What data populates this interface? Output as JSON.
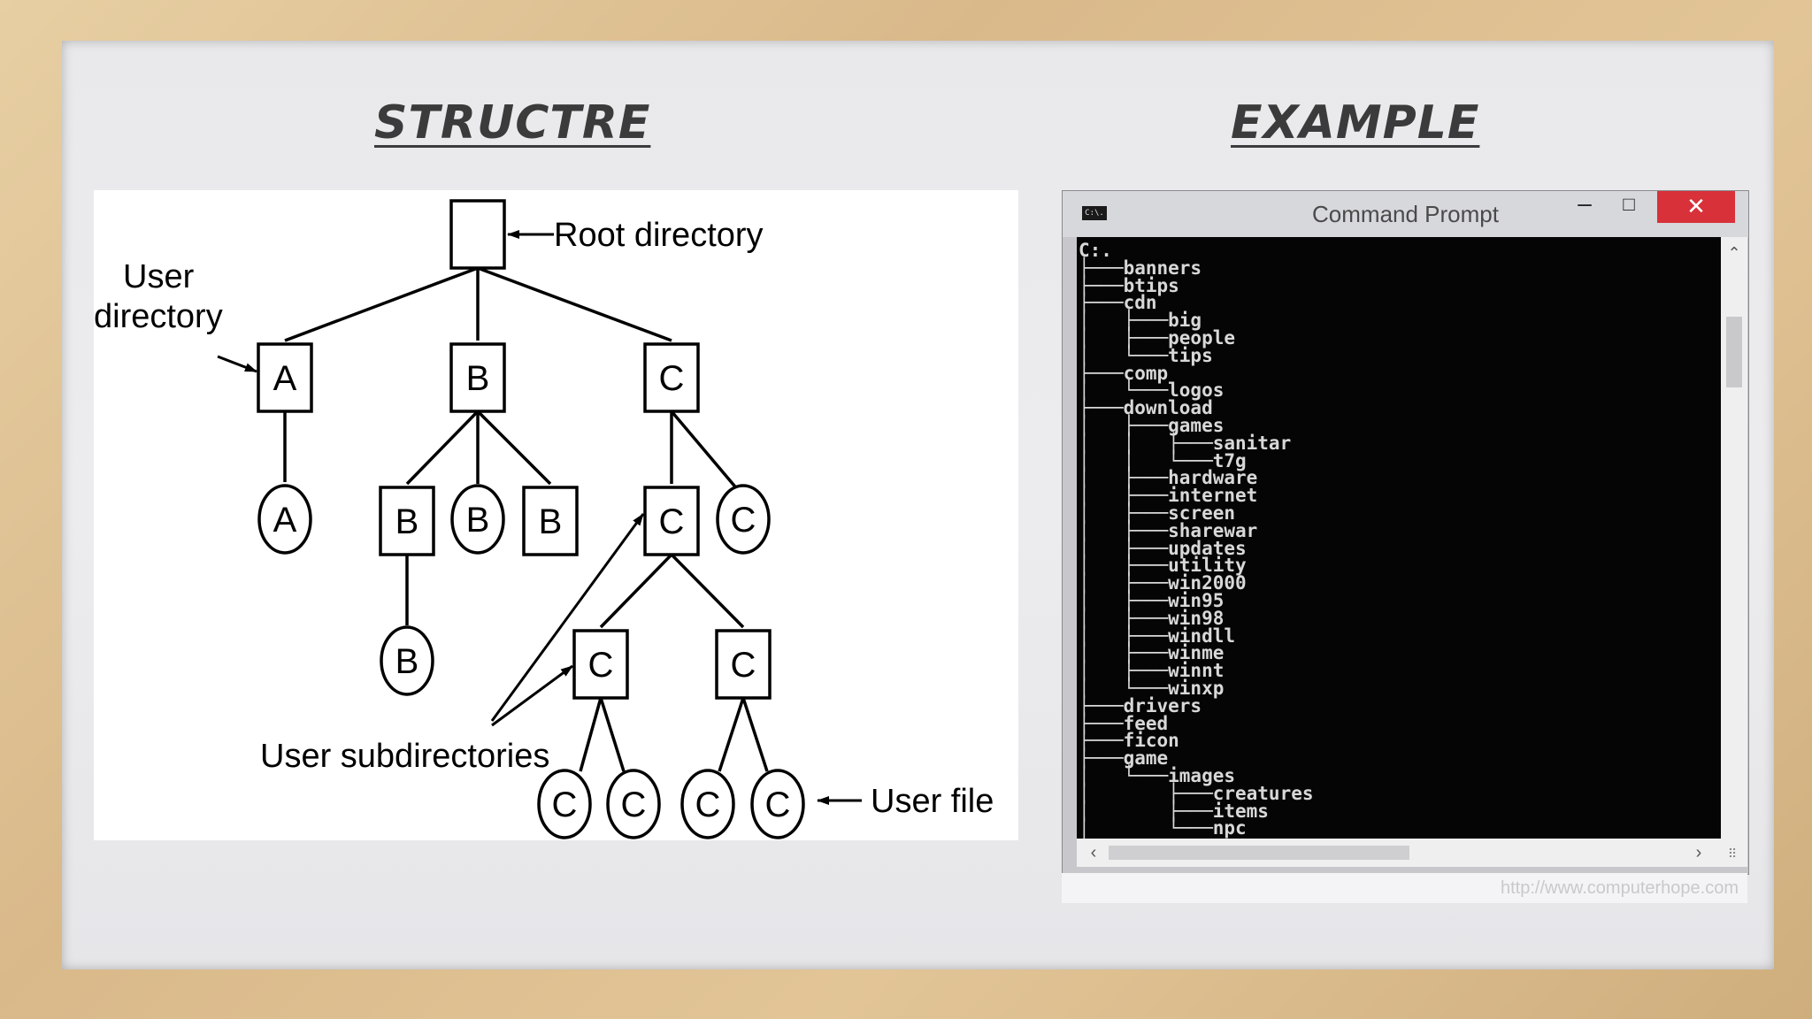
{
  "headings": {
    "left": "STRUCTRE",
    "right": "EXAMPLE"
  },
  "diagram": {
    "labels": {
      "root": "Root directory",
      "user_directory_1": "User",
      "user_directory_2": "directory",
      "user_subdirectories": "User subdirectories",
      "user_file": "User file"
    },
    "nodes": {
      "dir_a": "A",
      "dir_b": "B",
      "dir_c": "C",
      "file_a": "A",
      "sub_b": "B",
      "file_b1": "B",
      "sub_b2": "B",
      "file_b2": "B",
      "sub_c": "C",
      "file_c": "C",
      "sub_c1": "C",
      "sub_c2": "C",
      "file_c1": "C",
      "file_c2": "C",
      "file_c3": "C",
      "file_c4": "C"
    }
  },
  "window": {
    "icon_text": "C:\\.",
    "title": "Command Prompt",
    "minimize": "–",
    "maximize": "□",
    "close": "✕",
    "console_lines": [
      "C:.",
      "├───banners",
      "├───btips",
      "├───cdn",
      "│   ├───big",
      "│   ├───people",
      "│   └───tips",
      "├───comp",
      "│   └───logos",
      "├───download",
      "│   ├───games",
      "│   │   ├───sanitar",
      "│   │   └───t7g",
      "│   ├───hardware",
      "│   ├───internet",
      "│   ├───screen",
      "│   ├───sharewar",
      "│   ├───updates",
      "│   ├───utility",
      "│   ├───win2000",
      "│   ├───win95",
      "│   ├───win98",
      "│   ├───windll",
      "│   ├───winme",
      "│   ├───winnt",
      "│   └───winxp",
      "├───drivers",
      "├───feed",
      "├───ficon",
      "├───game",
      "│   └───images",
      "│       ├───creatures",
      "│       ├───items",
      "│       └───npc"
    ]
  },
  "watermark": "http://www.computerhope.com",
  "colors": {
    "close_button": "#d8313a",
    "console_bg": "#050505",
    "console_text": "#d8d8d8"
  }
}
